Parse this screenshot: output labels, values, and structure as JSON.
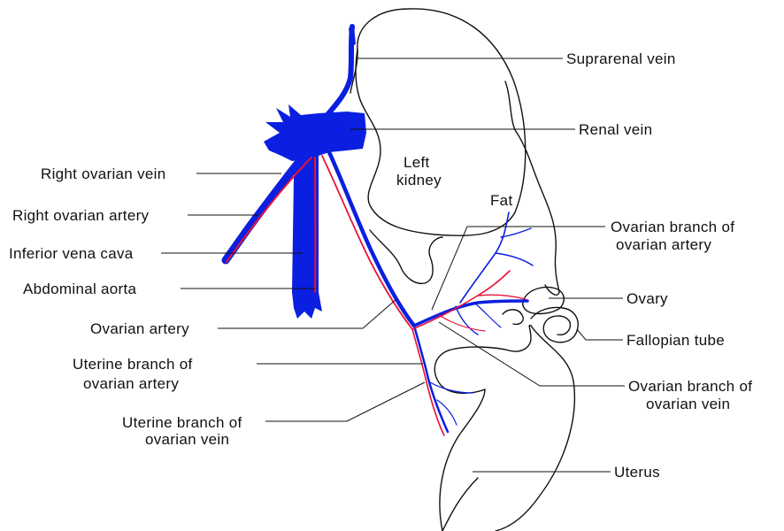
{
  "colors": {
    "vein": "#0a1fe0",
    "artery": "#e8123a",
    "outline": "#111111",
    "background": "#ffffff"
  },
  "labels": {
    "suprarenal_vein": "Suprarenal vein",
    "renal_vein": "Renal vein",
    "left_kidney_line1": "Left",
    "left_kidney_line2": "kidney",
    "fat": "Fat",
    "right_ovarian_vein": "Right ovarian vein",
    "right_ovarian_artery": "Right ovarian artery",
    "inferior_vena_cava": "Inferior vena cava",
    "abdominal_aorta": "Abdominal aorta",
    "ovarian_artery": "Ovarian artery",
    "uterine_branch_ovarian_artery_line1": "Uterine branch of",
    "uterine_branch_ovarian_artery_line2": "ovarian artery",
    "uterine_branch_ovarian_vein_line1": "Uterine branch of",
    "uterine_branch_ovarian_vein_line2": "ovarian vein",
    "ovarian_branch_ovarian_artery_line1": "Ovarian branch of",
    "ovarian_branch_ovarian_artery_line2": "ovarian artery",
    "ovary": "Ovary",
    "fallopian_tube": "Fallopian tube",
    "ovarian_branch_ovarian_vein_line1": "Ovarian branch of",
    "ovarian_branch_ovarian_vein_line2": "ovarian vein",
    "uterus": "Uterus"
  }
}
